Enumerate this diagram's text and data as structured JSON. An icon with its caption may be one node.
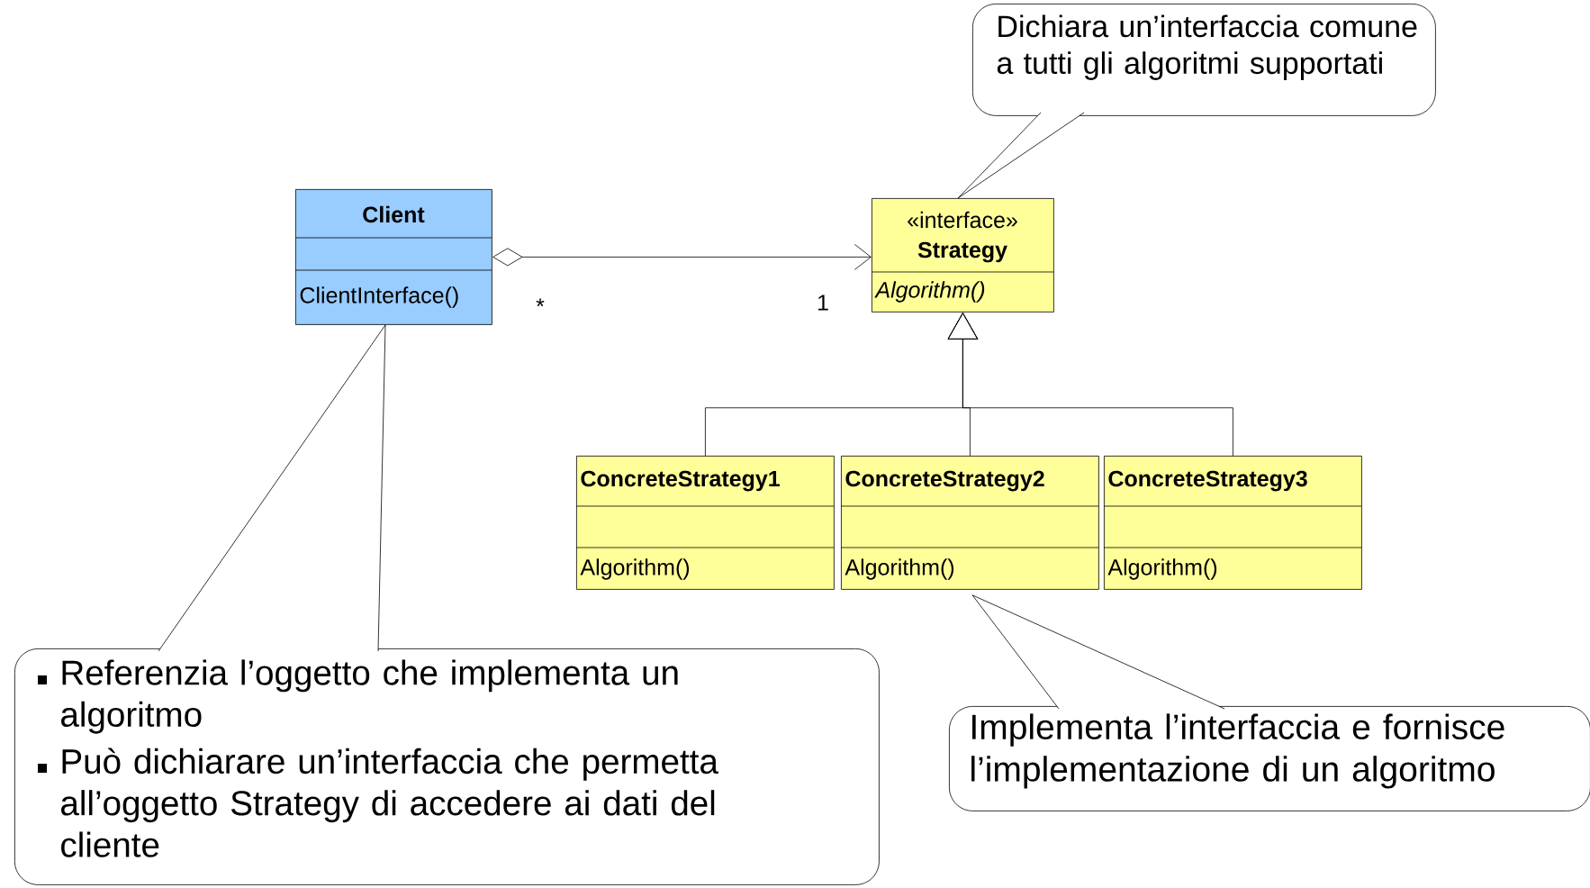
{
  "diagram": {
    "nodes": [
      {
        "text": [
          "Client",
          "ClientInterface()"
        ]
      },
      {
        "text": [
          "«interface»",
          "Strategy",
          "Algorithm()"
        ]
      },
      {
        "text": [
          "ConcreteStrategy1",
          "Algorithm()"
        ]
      },
      {
        "text": [
          "ConcreteStrategy2",
          "Algorithm()"
        ]
      },
      {
        "text": [
          "ConcreteStrategy3",
          "Algorithm()"
        ]
      },
      {
        "text": [
          "Dichiara un’interfaccia comune a tutti gli algoritmi supportati"
        ]
      },
      {
        "text": [
          "Referenzia l’oggetto che implementa un algoritmo",
          "Può dichiarare un’interfaccia che permetta all’oggetto Strategy di accedere ai dati del cliente"
        ]
      },
      {
        "text": [
          "Implementa l’interfaccia e fornisce l’implementazione di un algoritmo"
        ]
      }
    ],
    "edges": [
      {
        "from": 0,
        "to": 1,
        "arrow": "to"
      },
      {
        "from": 2,
        "to": 1,
        "arrow": "to"
      },
      {
        "from": 3,
        "to": 1,
        "arrow": "to"
      },
      {
        "from": 4,
        "to": 1,
        "arrow": "to"
      },
      {
        "from": 5,
        "to": 1,
        "arrow": "none"
      },
      {
        "from": 6,
        "to": 0,
        "arrow": "none"
      },
      {
        "from": 7,
        "to": 3,
        "arrow": "none"
      }
    ],
    "labels": [
      "*",
      "1"
    ]
  }
}
